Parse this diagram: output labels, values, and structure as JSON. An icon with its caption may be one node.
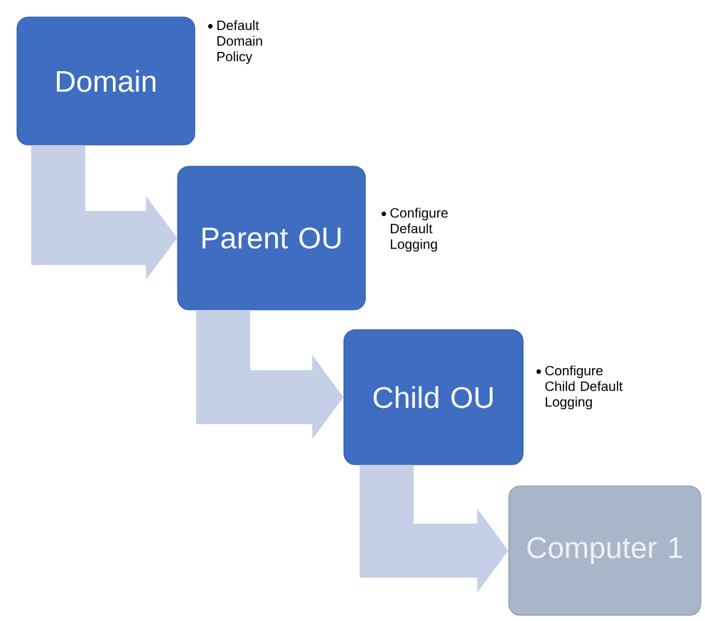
{
  "diagram": {
    "nodes": [
      {
        "text": [
          "Domain"
        ],
        "beside": [
          "Default Domain Policy"
        ]
      },
      {
        "text": [
          "Parent OU"
        ],
        "beside": [
          "Configure Default Logging"
        ]
      },
      {
        "text": [
          "Child OU"
        ],
        "beside": [
          "Configure Child Default Logging"
        ]
      },
      {
        "text": [
          "Computer 1"
        ]
      }
    ],
    "edges": [
      {
        "from": 0,
        "to": 1,
        "arrow": "to"
      },
      {
        "from": 1,
        "to": 2,
        "arrow": "to"
      },
      {
        "from": 2,
        "to": 3,
        "arrow": "to"
      }
    ]
  }
}
